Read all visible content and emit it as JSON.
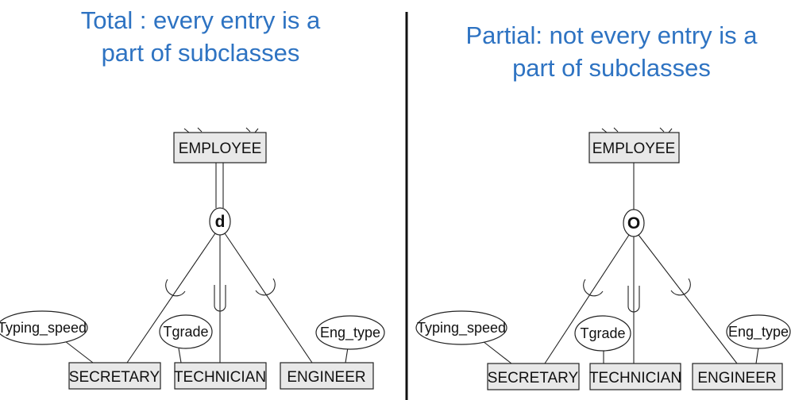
{
  "titles": {
    "left_line1": "Total : every entry is a",
    "left_line2": "part of subclasses",
    "right_line1": "Partial: not every entry is a",
    "right_line2": "part of subclasses"
  },
  "left": {
    "superclass": "EMPLOYEE",
    "constraint": "d",
    "participation": "total",
    "subclasses": [
      "SECRETARY",
      "TECHNICIAN",
      "ENGINEER"
    ],
    "attributes": [
      "Typing_speed",
      "Tgrade",
      "Eng_type"
    ]
  },
  "right": {
    "superclass": "EMPLOYEE",
    "constraint": "O",
    "participation": "partial",
    "subclasses": [
      "SECRETARY",
      "TECHNICIAN",
      "ENGINEER"
    ],
    "attributes": [
      "Typing_speed",
      "Tgrade",
      "Eng_type"
    ]
  },
  "colors": {
    "title": "#2e73c2",
    "entity_fill": "#e8e8e8"
  }
}
